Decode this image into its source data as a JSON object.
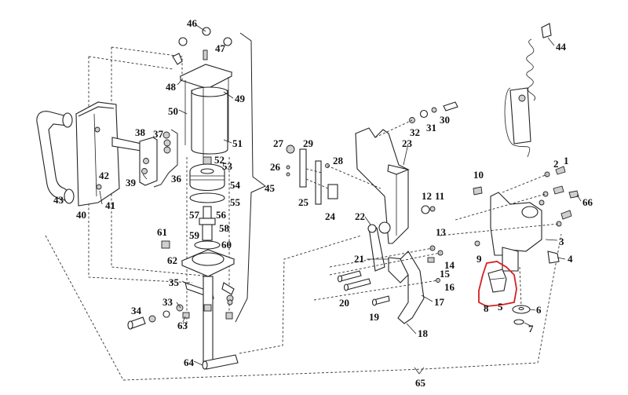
{
  "diagram": {
    "type": "exploded-parts-view",
    "highlight_color": "#d42020",
    "highlighted_parts": [
      "5",
      "8"
    ],
    "labels": {
      "p1": "1",
      "p2": "2",
      "p3": "3",
      "p4": "4",
      "p5": "5",
      "p6": "6",
      "p7": "7",
      "p8": "8",
      "p9": "9",
      "p10": "10",
      "p11": "11",
      "p12": "12",
      "p13": "13",
      "p14": "14",
      "p15": "15",
      "p16": "16",
      "p17": "17",
      "p18": "18",
      "p19": "19",
      "p20": "20",
      "p21": "21",
      "p22": "22",
      "p23": "23",
      "p24": "24",
      "p25": "25",
      "p26": "26",
      "p27": "27",
      "p28": "28",
      "p29": "29",
      "p30": "30",
      "p31": "31",
      "p32": "32",
      "p33": "33",
      "p34": "34",
      "p35": "35",
      "p36": "36",
      "p37": "37",
      "p38": "38",
      "p39": "39",
      "p40": "40",
      "p41": "41",
      "p42": "42",
      "p43": "43",
      "p44": "44",
      "p45": "45",
      "p46": "46",
      "p47": "47",
      "p48": "48",
      "p49": "49",
      "p50": "50",
      "p51": "51",
      "p52": "52",
      "p53": "53",
      "p54": "54",
      "p55": "55",
      "p56": "56",
      "p57": "57",
      "p58": "58",
      "p59": "59",
      "p60": "60",
      "p61": "61",
      "p62": "62",
      "p63": "63",
      "p64": "64",
      "p65": "65",
      "p66": "66"
    },
    "assemblies": {
      "handle_assembly": "43",
      "valve_block_group": "36",
      "cylinder_group": "45",
      "overall_assembly": "65",
      "air_hose": "44"
    }
  }
}
